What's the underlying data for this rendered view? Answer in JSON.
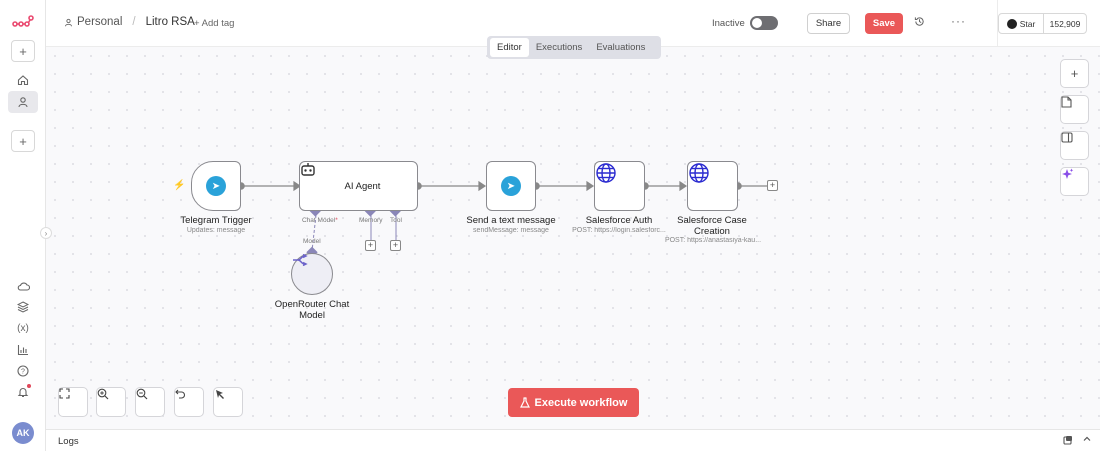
{
  "header": {
    "breadcrumb_owner": "Personal",
    "breadcrumb_sep": "/",
    "project_name": "Litro RSA",
    "add_tag": "+ Add tag",
    "status_label": "Inactive",
    "active": false,
    "share_label": "Share",
    "save_label": "Save",
    "history_icon": "history-icon",
    "more_icon": "more-icon",
    "github_star_label": "Star",
    "github_star_count": "152,909"
  },
  "tabs": [
    {
      "label": "Editor",
      "active": true
    },
    {
      "label": "Executions",
      "active": false
    },
    {
      "label": "Evaluations",
      "active": false
    }
  ],
  "sidebar": {
    "avatar_initials": "AK",
    "items": [
      "logo-icon",
      "add-icon",
      "home-icon",
      "person-icon",
      "add-project-icon",
      "cloud-icon",
      "templates-icon",
      "variables-icon",
      "insights-icon",
      "help-icon",
      "bell-icon"
    ]
  },
  "nodes": {
    "telegram_trigger": {
      "title": "Telegram Trigger",
      "subtitle": "Updates: message"
    },
    "ai_agent": {
      "title": "AI Agent",
      "ports": {
        "chat_model": "Chat Model",
        "memory": "Memory",
        "tool": "Tool"
      }
    },
    "openrouter": {
      "title": "OpenRouter Chat Model",
      "port_label": "Model"
    },
    "send_message": {
      "title": "Send a text message",
      "subtitle": "sendMessage: message"
    },
    "sf_auth": {
      "title": "Salesforce Auth",
      "subtitle": "POST: https://login.salesforc..."
    },
    "sf_case": {
      "title": "Salesforce Case Creation",
      "subtitle": "POST: https://anastasiya-kau..."
    }
  },
  "canvas_tools": [
    "add-node-icon",
    "sticky-note-icon",
    "panel-icon",
    "ai-assistant-icon"
  ],
  "bottom_tools": [
    "fit-view-icon",
    "zoom-in-icon",
    "zoom-out-icon",
    "undo-icon",
    "tidy-up-icon"
  ],
  "execute_label": "Execute workflow",
  "logs_label": "Logs",
  "colors": {
    "accent": "#ea5858",
    "telegram": "#2aa2d9",
    "globe": "#2b2bd0",
    "ai": "#8a4fe8"
  }
}
